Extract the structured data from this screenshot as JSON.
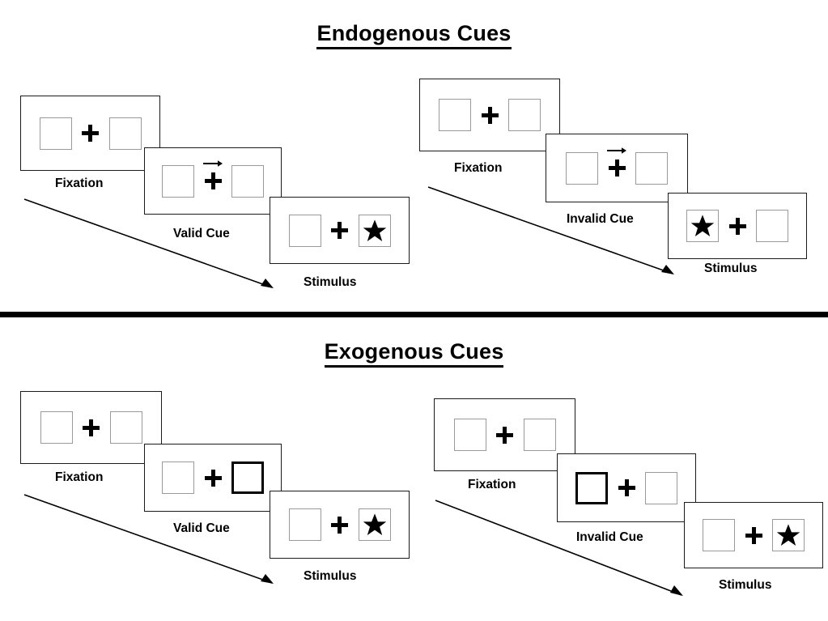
{
  "figure": {
    "title_top": "Endogenous Cues",
    "title_bottom": "Exogenous Cues"
  },
  "icons": {
    "fixation_cross": "plus-cross-icon",
    "arrow_cue": "right-arrow-icon",
    "target_star": "star-icon",
    "sequence_arrow": "diagonal-sequence-arrow-icon"
  },
  "colors": {
    "ink": "#000000",
    "frame_border": "#1a1a1a",
    "placeholder_border": "#9a9a9a",
    "cue_highlight_border": "#000000",
    "background": "#ffffff"
  },
  "sections": [
    {
      "id": "endogenous",
      "title": "Endogenous Cues",
      "cue_type": "arrow",
      "streams": [
        {
          "id": "endogenous-valid",
          "validity": "valid",
          "panels": [
            {
              "caption": "Fixation",
              "left_box": {
                "content": "empty",
                "highlight": false
              },
              "right_box": {
                "content": "empty",
                "highlight": false
              },
              "cue": "none"
            },
            {
              "caption": "Valid Cue",
              "left_box": {
                "content": "empty",
                "highlight": false
              },
              "right_box": {
                "content": "empty",
                "highlight": false
              },
              "cue": "arrow-right"
            },
            {
              "caption": "Stimulus",
              "left_box": {
                "content": "empty",
                "highlight": false
              },
              "right_box": {
                "content": "star",
                "highlight": false
              },
              "cue": "none"
            }
          ]
        },
        {
          "id": "endogenous-invalid",
          "validity": "invalid",
          "panels": [
            {
              "caption": "Fixation",
              "left_box": {
                "content": "empty",
                "highlight": false
              },
              "right_box": {
                "content": "empty",
                "highlight": false
              },
              "cue": "none"
            },
            {
              "caption": "Invalid Cue",
              "left_box": {
                "content": "empty",
                "highlight": false
              },
              "right_box": {
                "content": "empty",
                "highlight": false
              },
              "cue": "arrow-right"
            },
            {
              "caption": "Stimulus",
              "left_box": {
                "content": "star",
                "highlight": false
              },
              "right_box": {
                "content": "empty",
                "highlight": false
              },
              "cue": "none"
            }
          ]
        }
      ]
    },
    {
      "id": "exogenous",
      "title": "Exogenous Cues",
      "cue_type": "box-highlight",
      "streams": [
        {
          "id": "exogenous-valid",
          "validity": "valid",
          "panels": [
            {
              "caption": "Fixation",
              "left_box": {
                "content": "empty",
                "highlight": false
              },
              "right_box": {
                "content": "empty",
                "highlight": false
              },
              "cue": "none"
            },
            {
              "caption": "Valid Cue",
              "left_box": {
                "content": "empty",
                "highlight": false
              },
              "right_box": {
                "content": "empty",
                "highlight": true
              },
              "cue": "highlight-right"
            },
            {
              "caption": "Stimulus",
              "left_box": {
                "content": "empty",
                "highlight": false
              },
              "right_box": {
                "content": "star",
                "highlight": false
              },
              "cue": "none"
            }
          ]
        },
        {
          "id": "exogenous-invalid",
          "validity": "invalid",
          "panels": [
            {
              "caption": "Fixation",
              "left_box": {
                "content": "empty",
                "highlight": false
              },
              "right_box": {
                "content": "empty",
                "highlight": false
              },
              "cue": "none"
            },
            {
              "caption": "Invalid Cue",
              "left_box": {
                "content": "empty",
                "highlight": true
              },
              "right_box": {
                "content": "empty",
                "highlight": false
              },
              "cue": "highlight-left"
            },
            {
              "caption": "Stimulus",
              "left_box": {
                "content": "empty",
                "highlight": false
              },
              "right_box": {
                "content": "star",
                "highlight": false
              },
              "cue": "none"
            }
          ]
        }
      ]
    }
  ],
  "captions": {
    "fixation": "Fixation",
    "valid_cue": "Valid Cue",
    "invalid_cue": "Invalid Cue",
    "stimulus": "Stimulus"
  }
}
